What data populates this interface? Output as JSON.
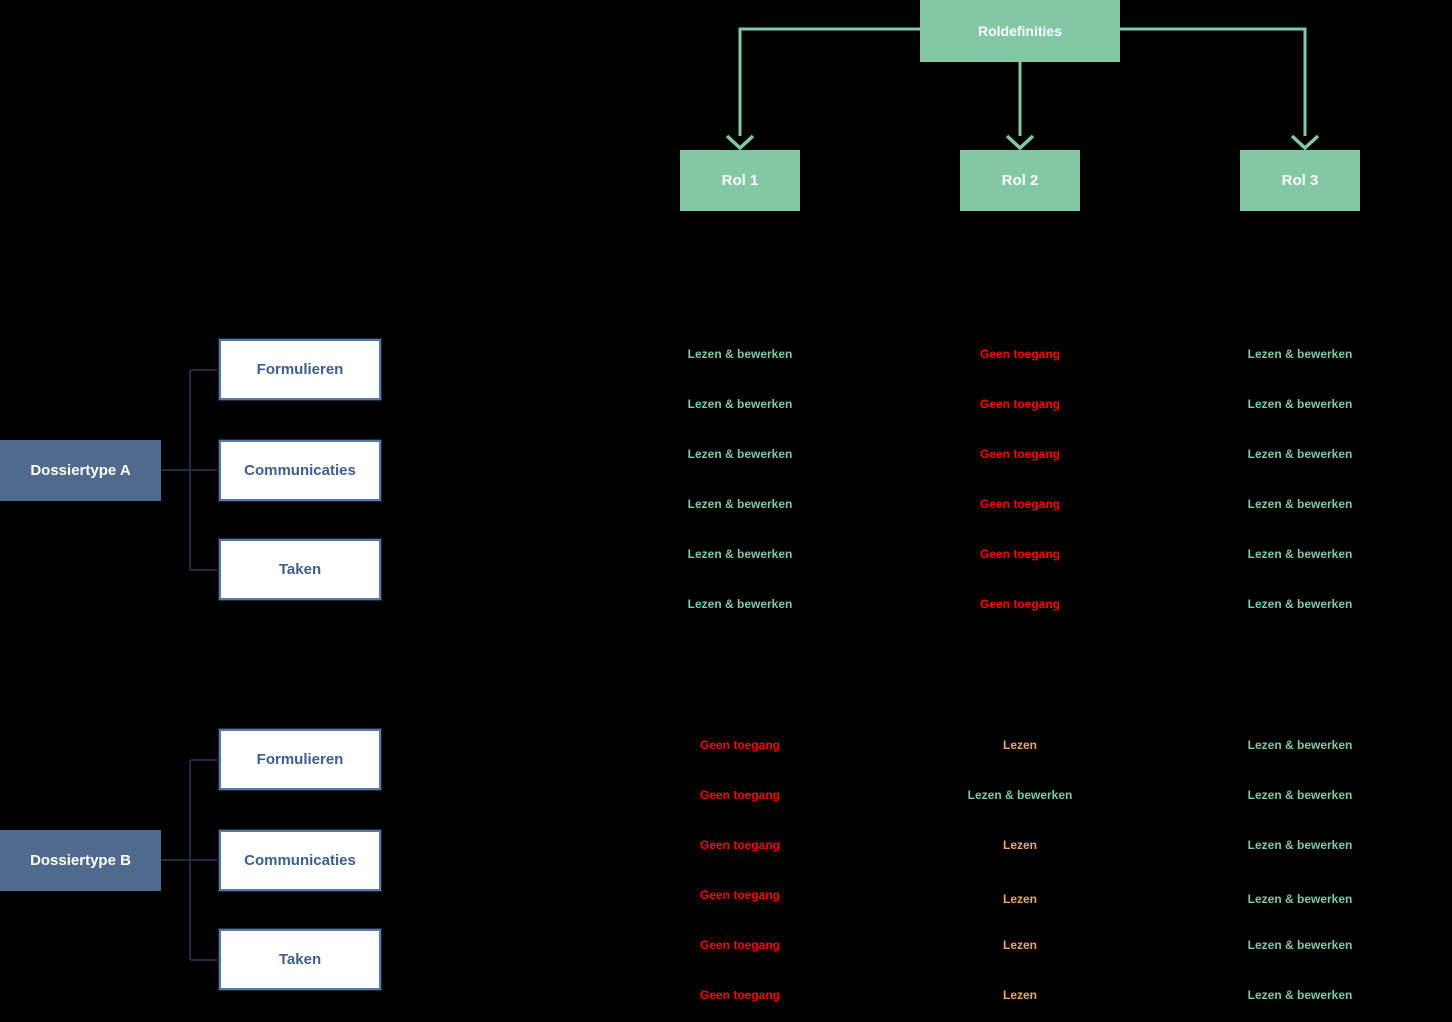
{
  "colors": {
    "background": "#000000",
    "node_green": "#82C8A4",
    "node_steel_blue": "#4F6A8D",
    "white_box_border": "#587AA6",
    "white_box_text": "#3D5F8F",
    "allow_green": "#7EC8A3",
    "deny_red": "#FF0000",
    "read_orange": "#F4A462"
  },
  "root": {
    "label": "Roldefinities"
  },
  "roles": [
    {
      "label": "Rol 1"
    },
    {
      "label": "Rol 2"
    },
    {
      "label": "Rol 3"
    }
  ],
  "sections": [
    {
      "label": "Dossiertype A",
      "categories": [
        {
          "label": "Formulieren",
          "rows": [
            {
              "cells": [
                {
                  "text": "Lezen & bewerken",
                  "status": "allow"
                },
                {
                  "text": "Geen toegang",
                  "status": "deny"
                },
                {
                  "text": "Lezen & bewerken",
                  "status": "allow"
                }
              ]
            },
            {
              "cells": [
                {
                  "text": "Lezen & bewerken",
                  "status": "allow"
                },
                {
                  "text": "Geen toegang",
                  "status": "deny"
                },
                {
                  "text": "Lezen & bewerken",
                  "status": "allow"
                }
              ]
            }
          ]
        },
        {
          "label": "Communicaties",
          "rows": [
            {
              "cells": [
                {
                  "text": "Lezen & bewerken",
                  "status": "allow"
                },
                {
                  "text": "Geen toegang",
                  "status": "deny"
                },
                {
                  "text": "Lezen & bewerken",
                  "status": "allow"
                }
              ]
            },
            {
              "cells": [
                {
                  "text": "Lezen & bewerken",
                  "status": "allow"
                },
                {
                  "text": "Geen toegang",
                  "status": "deny"
                },
                {
                  "text": "Lezen & bewerken",
                  "status": "allow"
                }
              ]
            }
          ]
        },
        {
          "label": "Taken",
          "rows": [
            {
              "cells": [
                {
                  "text": "Lezen & bewerken",
                  "status": "allow"
                },
                {
                  "text": "Geen toegang",
                  "status": "deny"
                },
                {
                  "text": "Lezen & bewerken",
                  "status": "allow"
                }
              ]
            },
            {
              "cells": [
                {
                  "text": "Lezen & bewerken",
                  "status": "allow"
                },
                {
                  "text": "Geen toegang",
                  "status": "deny"
                },
                {
                  "text": "Lezen & bewerken",
                  "status": "allow"
                }
              ]
            }
          ]
        }
      ]
    },
    {
      "label": "Dossiertype B",
      "categories": [
        {
          "label": "Formulieren",
          "rows": [
            {
              "cells": [
                {
                  "text": "Geen toegang",
                  "status": "deny"
                },
                {
                  "text": "Lezen",
                  "status": "read"
                },
                {
                  "text": "Lezen & bewerken",
                  "status": "allow"
                }
              ]
            },
            {
              "cells": [
                {
                  "text": "Geen toegang",
                  "status": "deny"
                },
                {
                  "text": "Lezen & bewerken",
                  "status": "allow"
                },
                {
                  "text": "Lezen & bewerken",
                  "status": "allow"
                }
              ]
            }
          ]
        },
        {
          "label": "Communicaties",
          "rows": [
            {
              "cells": [
                {
                  "text": "Geen toegang",
                  "status": "deny"
                },
                {
                  "text": "Lezen",
                  "status": "read"
                },
                {
                  "text": "Lezen & bewerken",
                  "status": "allow"
                }
              ]
            },
            {
              "cells": [
                {
                  "text": "Geen toegang",
                  "status": "deny"
                },
                {
                  "text": "Lezen",
                  "status": "read"
                },
                {
                  "text": "Lezen & bewerken",
                  "status": "allow"
                }
              ]
            }
          ]
        },
        {
          "label": "Taken",
          "rows": [
            {
              "cells": [
                {
                  "text": "Geen toegang",
                  "status": "deny"
                },
                {
                  "text": "Lezen",
                  "status": "read"
                },
                {
                  "text": "Lezen & bewerken",
                  "status": "allow"
                }
              ]
            },
            {
              "cells": [
                {
                  "text": "Geen toegang",
                  "status": "deny"
                },
                {
                  "text": "Lezen",
                  "status": "read"
                },
                {
                  "text": "Lezen & bewerken",
                  "status": "allow"
                }
              ]
            }
          ]
        }
      ]
    }
  ]
}
